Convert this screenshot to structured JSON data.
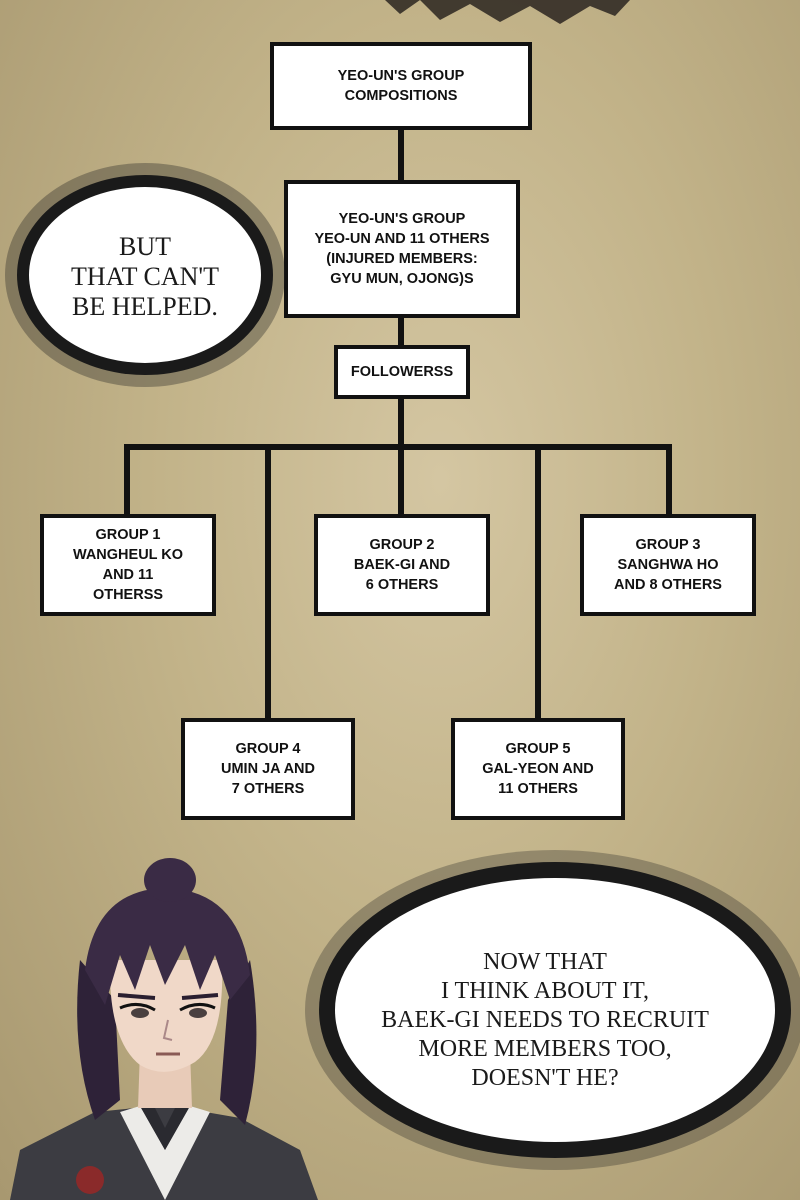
{
  "diagram": {
    "root": {
      "id": "compositions",
      "text": "YEO-UN'S GROUP\nCOMPOSITIONS"
    },
    "leader": {
      "id": "yeoun-group",
      "text": "YEO-UN'S GROUP\nYEO-UN AND 11 OTHERS\n(INJURED MEMBERS:\nGYU MUN, OJONG)S"
    },
    "followers": {
      "id": "followers",
      "text": "FOLLOWERSS"
    },
    "groups": [
      {
        "id": "group-1",
        "text": "GROUP 1\nWANGHEUL KO\nAND 11\nOTHERSS"
      },
      {
        "id": "group-2",
        "text": "GROUP 2\nBAEK-GI AND\n6 OTHERS"
      },
      {
        "id": "group-3",
        "text": "GROUP 3\nSANGHWA HO\nAND 8 OTHERS"
      },
      {
        "id": "group-4",
        "text": "GROUP 4\nUMIN JA AND\n7 OTHERS"
      },
      {
        "id": "group-5",
        "text": "GROUP 5\nGAL-YEON AND\n11 OTHERS"
      }
    ]
  },
  "bubbles": {
    "left": "BUT\nTHAT CAN'T\nBE HELPED.",
    "right": "NOW THAT\nI THINK ABOUT IT,\nBAEK-GI NEEDS TO RECRUIT\nMORE MEMBERS TOO,\nDOESN'T HE?"
  },
  "colors": {
    "background": "#c2b389",
    "ink": "#111111",
    "hair": "#3a2b45",
    "skin": "#f0d8c8",
    "robe_dark": "#3c3c42",
    "robe_light": "#ecebe8"
  }
}
